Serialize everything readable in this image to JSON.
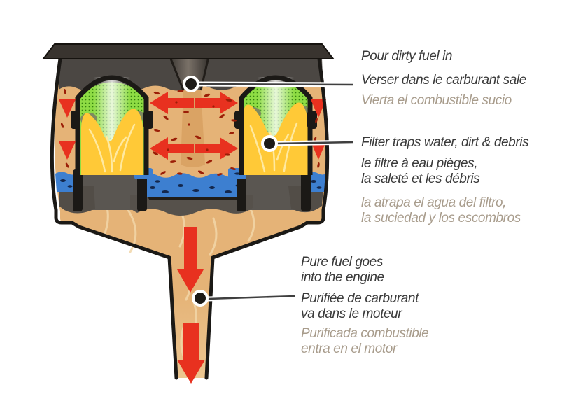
{
  "colors": {
    "background": "#ffffff",
    "fuel": "#e5b377",
    "fuel-deep": "#d9a263",
    "fuel-light": "#f0d3a2",
    "swirl": "#f2d7a9",
    "water": "#3d7fd0",
    "water-dark": "#14284e",
    "mesh-green": "#8edc44",
    "mesh-dot": "#35830f",
    "flame": "#ffc937",
    "flame-light": "#ffe9a0",
    "arrow-red": "#e8311f",
    "dirt": "#9b1e07",
    "metal": "#4b4743",
    "metal-light": "#5a5651",
    "rim": "#39342f",
    "outline": "#1b1916",
    "leader": "#3f3f3f",
    "text-primary": "#3a3a3a",
    "text-secondary": "#a89c8c"
  },
  "callouts": [
    {
      "en": "Pour dirty fuel in",
      "fr": "Verser dans le carburant sale",
      "es": "Vierta el combustible sucio"
    },
    {
      "en": "Filter traps water, dirt & debris",
      "fr": "le filtre à eau pièges,\nla saleté et les débris",
      "es": "la atrapa el agua del filtro,\nla suciedad y los escombros"
    },
    {
      "en": "Pure fuel goes\ninto the engine",
      "fr": "Purifiée de carburant\nva dans le moteur",
      "es": "Purificada combustible\nentra en el motor"
    }
  ]
}
